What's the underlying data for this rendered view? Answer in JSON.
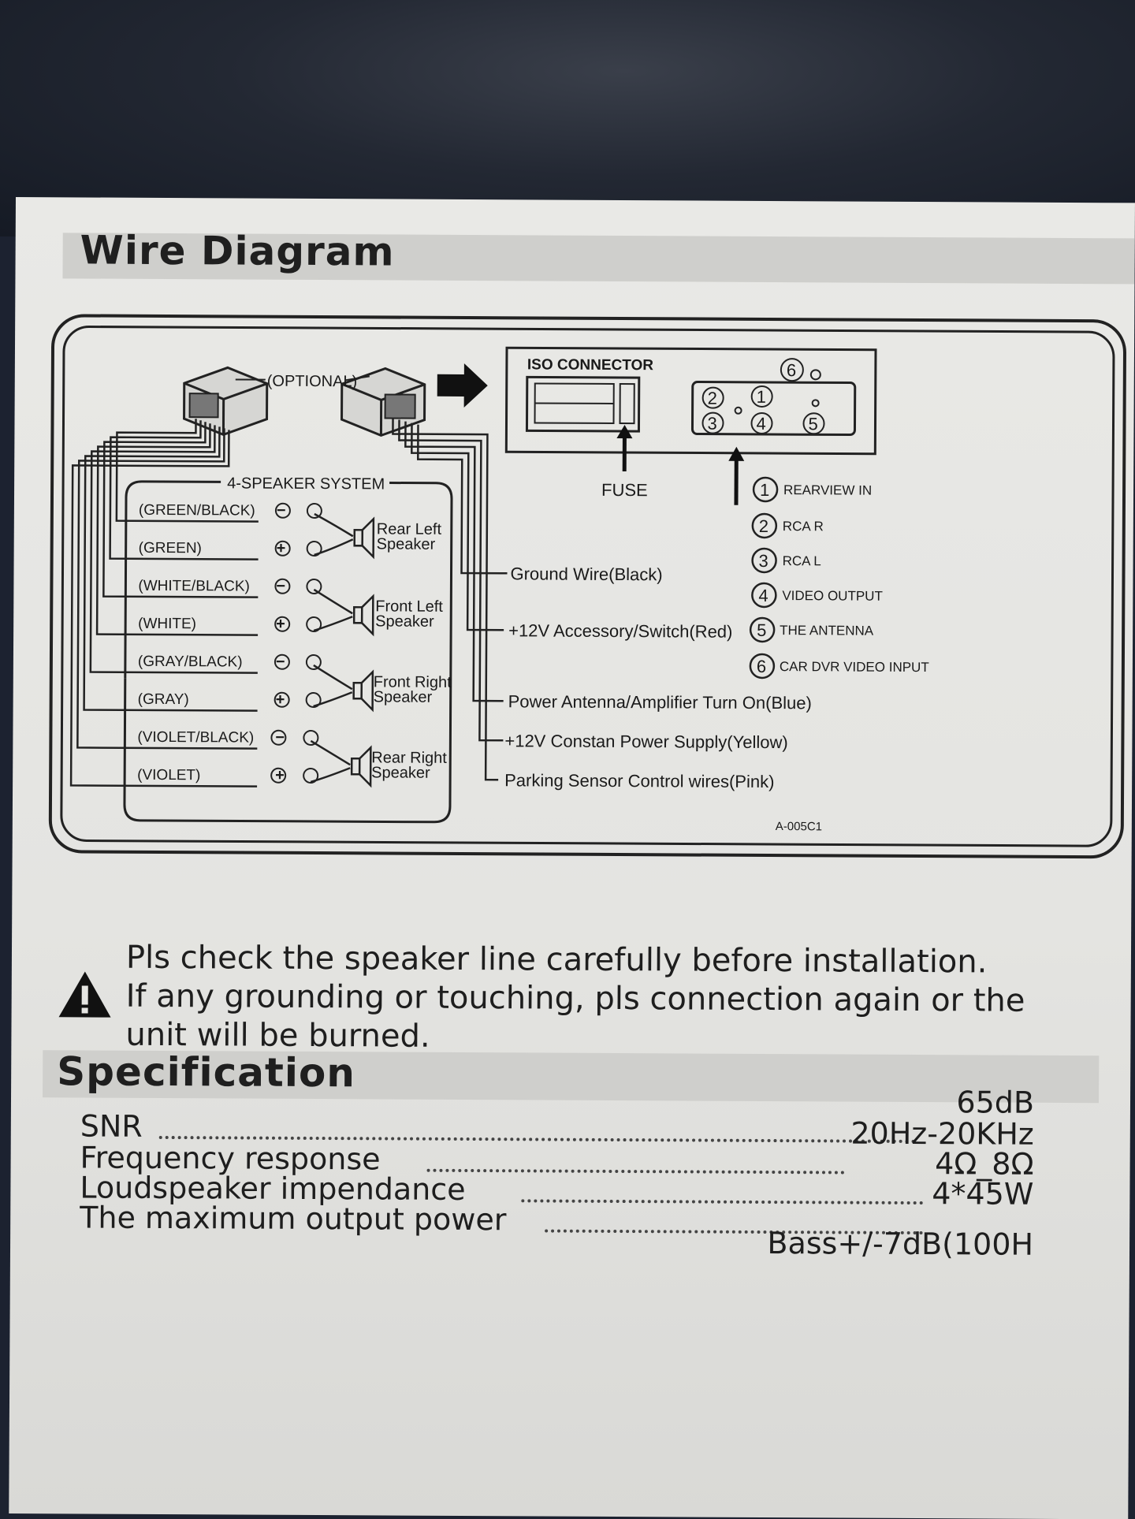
{
  "wire_diagram": {
    "title": "Wire Diagram",
    "optional_label": "(OPTIONAL)",
    "speaker_system_label": "4-SPEAKER SYSTEM",
    "iso_connector_label": "ISO CONNECTOR",
    "fuse_label": "FUSE",
    "model_code": "A-005C1",
    "wires": [
      {
        "label": "(GREEN/BLACK)",
        "polarity": "−"
      },
      {
        "label": "(GREEN)",
        "polarity": "+"
      },
      {
        "label": "(WHITE/BLACK)",
        "polarity": "−"
      },
      {
        "label": "(WHITE)",
        "polarity": "+"
      },
      {
        "label": "(GRAY/BLACK)",
        "polarity": "−"
      },
      {
        "label": "(GRAY)",
        "polarity": "+"
      },
      {
        "label": "(VIOLET/BLACK)",
        "polarity": "−"
      },
      {
        "label": "(VIOLET)",
        "polarity": "+"
      }
    ],
    "speakers": [
      {
        "line1": "Rear Left",
        "line2": "Speaker"
      },
      {
        "line1": "Front Left",
        "line2": "Speaker"
      },
      {
        "line1": "Front Right",
        "line2": "Speaker"
      },
      {
        "line1": "Rear Right",
        "line2": "Speaker"
      }
    ],
    "power_wires": [
      "Ground  Wire(Black)",
      "+12V Accessory/Switch(Red)",
      "Power Antenna/Amplifier Turn On(Blue)",
      "+12V Constan Power Supply(Yellow)",
      "Parking Sensor Control wires(Pink)"
    ],
    "ports": [
      {
        "num": "1",
        "label": "REARVIEW IN"
      },
      {
        "num": "2",
        "label": "RCA R"
      },
      {
        "num": "3",
        "label": "RCA L"
      },
      {
        "num": "4",
        "label": "VIDEO OUTPUT"
      },
      {
        "num": "5",
        "label": "THE ANTENNA"
      },
      {
        "num": "6",
        "label": "CAR DVR VIDEO INPUT"
      }
    ],
    "connector_port_numbers": [
      "2",
      "1",
      "3",
      "4",
      "5",
      "6"
    ]
  },
  "warning": {
    "icon": "warning-triangle-icon",
    "line1": "Pls check the speaker line carefully before installation.",
    "line2": "If any grounding or touching, pls connection again or the",
    "line3": "unit will be burned."
  },
  "specification": {
    "title": "Specification",
    "rows": [
      {
        "label": "SNR",
        "value": "65dB"
      },
      {
        "label": "Frequency response",
        "value": "20Hz-20KHz"
      },
      {
        "label": "Loudspeaker impendance",
        "value": "4Ω_8Ω"
      },
      {
        "label": "The maximum output power",
        "value": "4*45W"
      }
    ],
    "partial_value": "Bass+/-7dB(100H"
  }
}
